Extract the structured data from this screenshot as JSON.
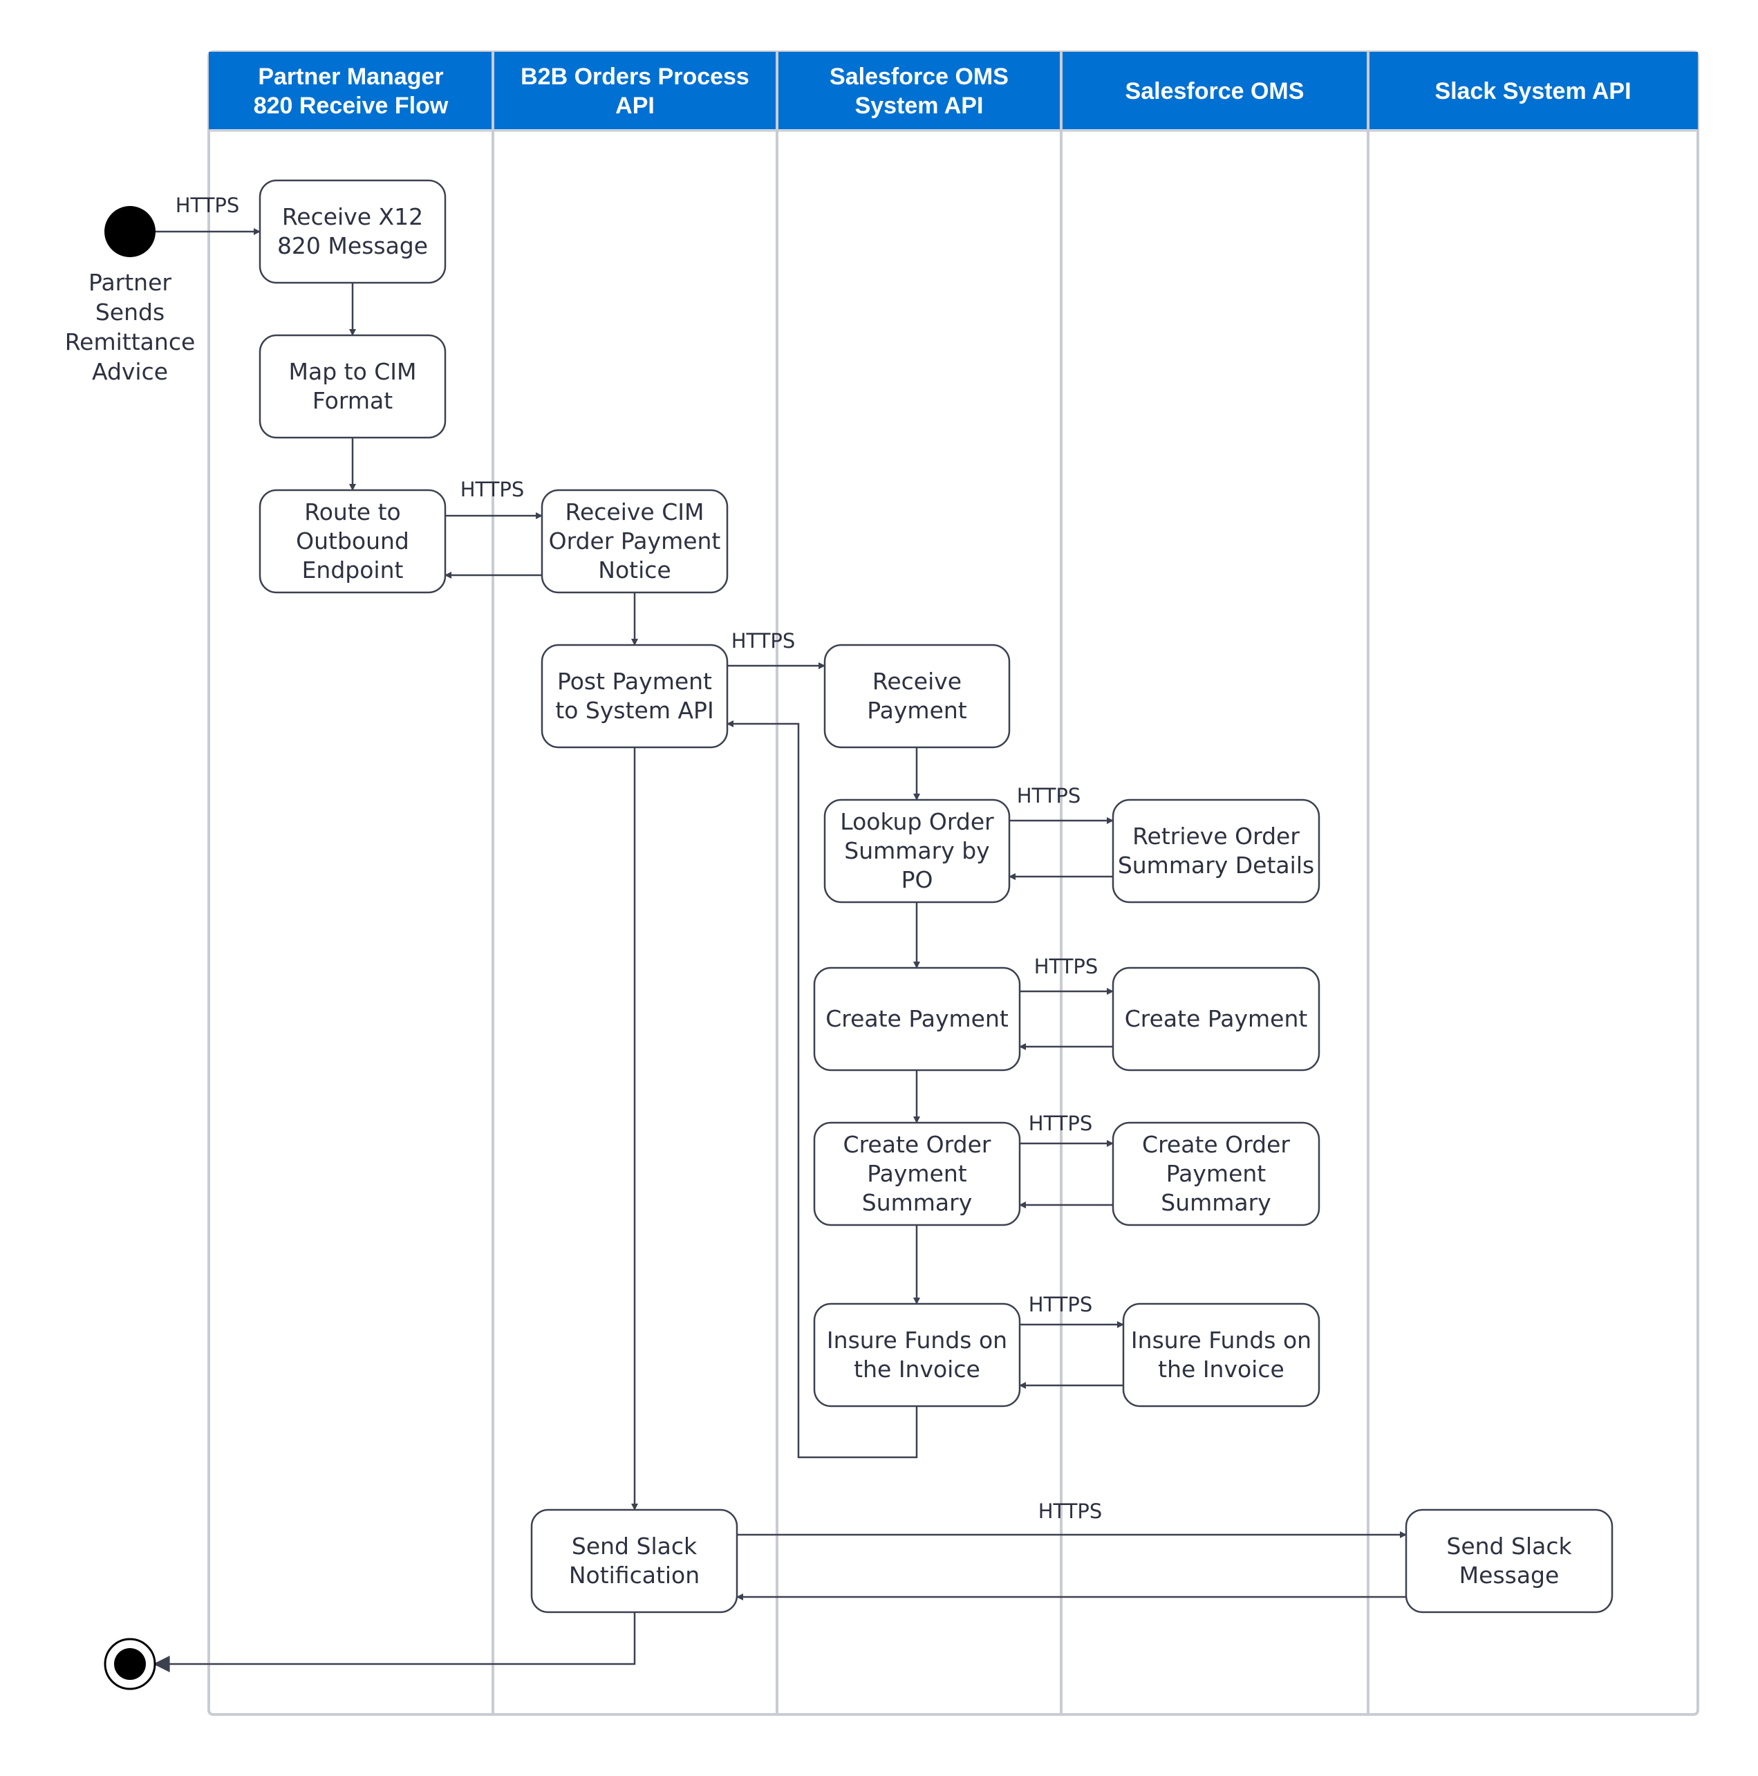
{
  "colors": {
    "header": "#0070d2",
    "lane_border": "#c9ccd2",
    "node_border": "#3c4150",
    "edge": "#3c4150",
    "text": "#2d3140"
  },
  "lanes": [
    {
      "id": "pm",
      "title_lines": [
        "Partner Manager",
        "820 Receive Flow"
      ]
    },
    {
      "id": "b2b",
      "title_lines": [
        "B2B Orders Process",
        "API"
      ]
    },
    {
      "id": "oms_sys",
      "title_lines": [
        "Salesforce OMS",
        "System API"
      ]
    },
    {
      "id": "oms",
      "title_lines": [
        "Salesforce OMS"
      ]
    },
    {
      "id": "slack",
      "title_lines": [
        "Slack System API"
      ]
    }
  ],
  "start_label_lines": [
    "Partner",
    "Sends",
    "Remittance",
    "Advice"
  ],
  "nodes": [
    {
      "id": "receive_x12",
      "lines": [
        "Receive X12",
        "820  Message"
      ]
    },
    {
      "id": "map_cim",
      "lines": [
        "Map to CIM",
        "Format"
      ]
    },
    {
      "id": "route_outbound",
      "lines": [
        "Route to",
        "Outbound",
        "Endpoint"
      ]
    },
    {
      "id": "receive_cim",
      "lines": [
        "Receive CIM",
        "Order Payment",
        "Notice"
      ]
    },
    {
      "id": "post_payment",
      "lines": [
        "Post Payment",
        "to System API"
      ]
    },
    {
      "id": "receive_payment",
      "lines": [
        "Receive",
        "Payment"
      ]
    },
    {
      "id": "lookup_order",
      "lines": [
        "Lookup Order",
        "Summary  by",
        "PO"
      ]
    },
    {
      "id": "retrieve_order",
      "lines": [
        "Retrieve Order",
        "Summary Details"
      ]
    },
    {
      "id": "create_payment_sys",
      "lines": [
        "Create Payment"
      ]
    },
    {
      "id": "create_payment_oms",
      "lines": [
        "Create Payment"
      ]
    },
    {
      "id": "create_ops_sys",
      "lines": [
        "Create Order",
        "Payment",
        "Summary"
      ]
    },
    {
      "id": "create_ops_oms",
      "lines": [
        "Create Order",
        "Payment",
        "Summary"
      ]
    },
    {
      "id": "insure_sys",
      "lines": [
        "Insure Funds on",
        "the Invoice"
      ]
    },
    {
      "id": "insure_oms",
      "lines": [
        "Insure Funds on",
        "the Invoice"
      ]
    },
    {
      "id": "send_slack_notif",
      "lines": [
        "Send Slack",
        "Notification"
      ]
    },
    {
      "id": "send_slack_msg",
      "lines": [
        "Send Slack",
        "Message"
      ]
    }
  ],
  "edges": [
    {
      "id": "start-to-receive",
      "label": "HTTPS"
    },
    {
      "id": "receive-to-map",
      "label": ""
    },
    {
      "id": "map-to-route",
      "label": ""
    },
    {
      "id": "route-to-receivecim",
      "label": "HTTPS"
    },
    {
      "id": "receivecim-to-route",
      "label": ""
    },
    {
      "id": "receivecim-to-post",
      "label": ""
    },
    {
      "id": "post-to-receivepayment",
      "label": "HTTPS"
    },
    {
      "id": "receivepayment-to-lookup",
      "label": ""
    },
    {
      "id": "lookup-to-retrieve",
      "label": "HTTPS"
    },
    {
      "id": "retrieve-to-lookup",
      "label": ""
    },
    {
      "id": "lookup-to-createpayment",
      "label": ""
    },
    {
      "id": "createpayment-to-oms",
      "label": "HTTPS"
    },
    {
      "id": "oms-to-createpayment",
      "label": ""
    },
    {
      "id": "createpayment-to-ops",
      "label": ""
    },
    {
      "id": "ops-to-oms",
      "label": "HTTPS"
    },
    {
      "id": "oms-to-ops",
      "label": ""
    },
    {
      "id": "ops-to-insure",
      "label": ""
    },
    {
      "id": "insure-to-oms",
      "label": "HTTPS"
    },
    {
      "id": "oms-to-insure",
      "label": ""
    },
    {
      "id": "insure-return-to-post",
      "label": ""
    },
    {
      "id": "post-to-sendslack",
      "label": ""
    },
    {
      "id": "sendslack-to-slackmsg",
      "label": "HTTPS"
    },
    {
      "id": "slackmsg-to-sendslack",
      "label": ""
    },
    {
      "id": "sendslack-to-end",
      "label": ""
    }
  ]
}
